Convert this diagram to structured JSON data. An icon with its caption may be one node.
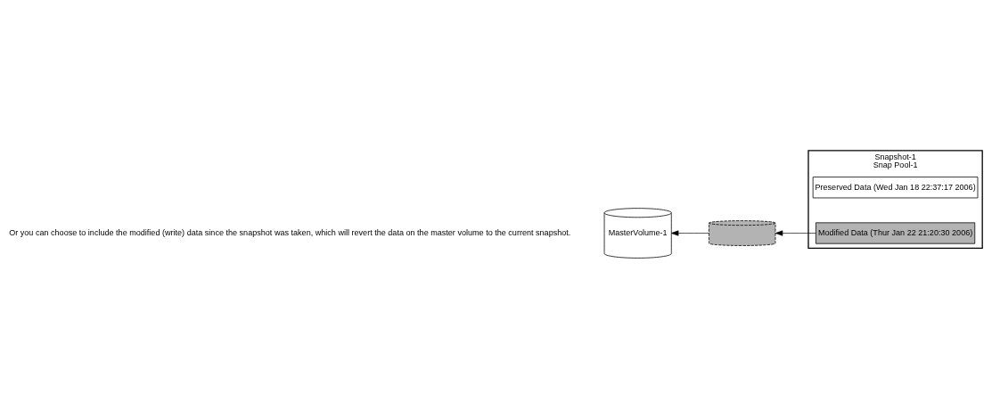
{
  "diagram": {
    "nodes": [
      {
        "text": [
          "MasterVolume-1"
        ]
      },
      {
        "text": [],
        "shape": "cylinder"
      },
      {
        "text": [
          "Snapshot-1",
          "Snap Pool-1"
        ]
      },
      {
        "text": [
          "Preserved Data (Wed Jan 18 22:37:17 2006)"
        ],
        "in": 2
      },
      {
        "text": [
          "Modified Data (Thur Jan 22 21:20:30 2006)"
        ],
        "in": 2
      }
    ],
    "edges": [
      {
        "from": 4,
        "to": 1,
        "arrow": "to"
      },
      {
        "from": 1,
        "to": 0,
        "arrow": "to"
      }
    ],
    "labels": [
      "Or you can choose to include the modified (write) data since the snapshot was taken, which will revert the data on the master volume to the current snapshot."
    ]
  }
}
